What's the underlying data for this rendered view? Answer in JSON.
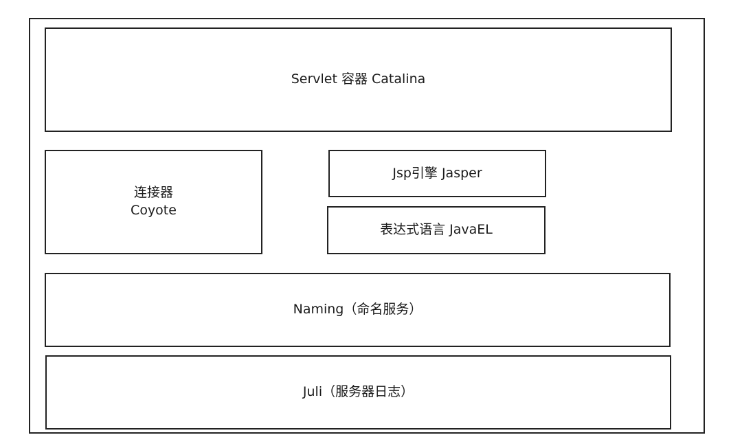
{
  "diagram": {
    "blocks": {
      "catalina": {
        "label": "Servlet 容器 Catalina"
      },
      "coyote": {
        "line1": "连接器",
        "line2": "Coyote"
      },
      "jasper": {
        "label": "Jsp引擎 Jasper"
      },
      "javael": {
        "label": "表达式语言 JavaEL"
      },
      "naming": {
        "label": "Naming（命名服务）"
      },
      "juli": {
        "label": "Juli（服务器日志）"
      }
    }
  }
}
